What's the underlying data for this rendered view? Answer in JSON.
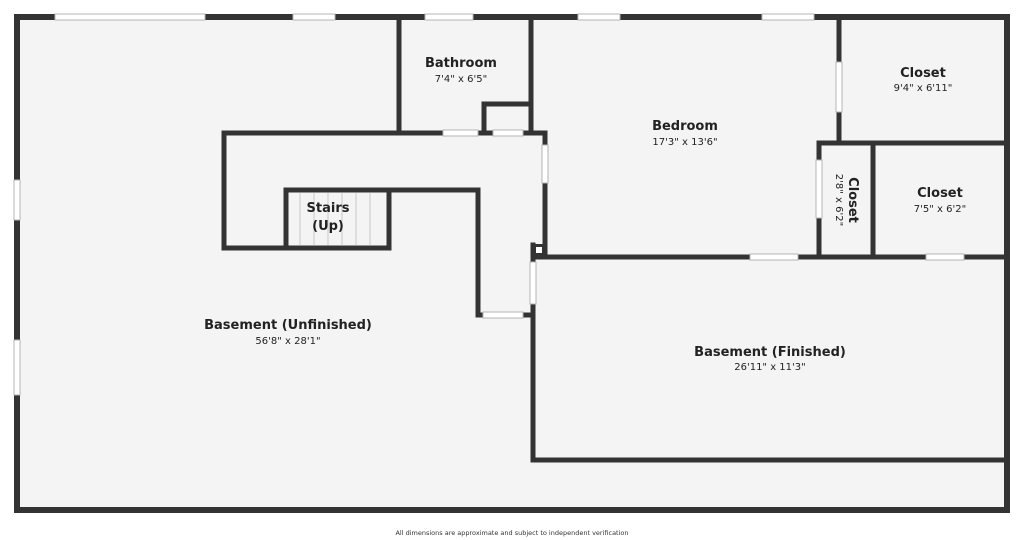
{
  "colors": {
    "wall": "#333333",
    "floor": "#f4f4f4",
    "opening": "#ffffff",
    "text": "#222222"
  },
  "rooms": {
    "basement_unfinished": {
      "name": "Basement (Unfinished)",
      "dims": "56'8\" x 28'1\""
    },
    "bathroom": {
      "name": "Bathroom",
      "dims": "7'4\" x 6'5\""
    },
    "bedroom": {
      "name": "Bedroom",
      "dims": "17'3\" x 13'6\""
    },
    "closet_top": {
      "name": "Closet",
      "dims": "9'4\" x 6'11\""
    },
    "closet_small": {
      "name": "Closet",
      "dims": "2'8\" x 6'2\""
    },
    "closet_right": {
      "name": "Closet",
      "dims": "7'5\" x 6'2\""
    },
    "stairs": {
      "name_line1": "Stairs",
      "name_line2": "(Up)"
    },
    "basement_finished": {
      "name": "Basement (Finished)",
      "dims": "26'11\" x 11'3\""
    }
  },
  "footer": {
    "disclaimer": "All dimensions are approximate and subject to independent verification"
  }
}
